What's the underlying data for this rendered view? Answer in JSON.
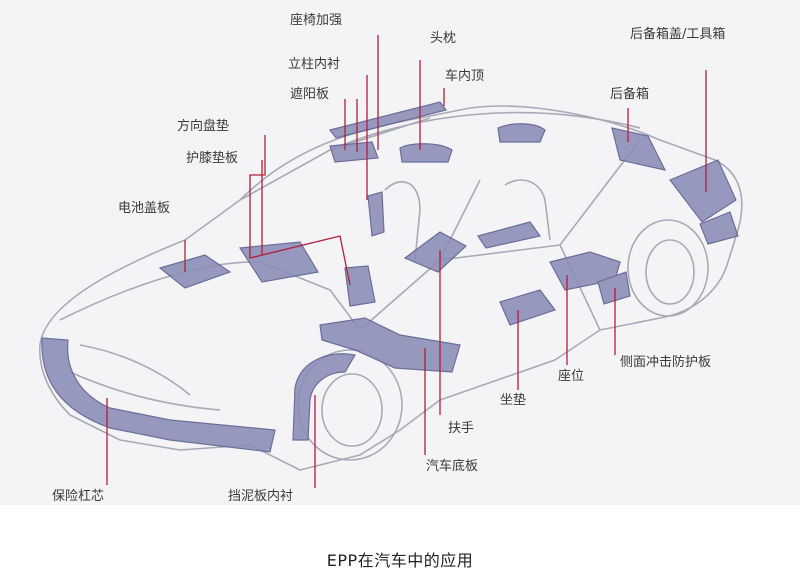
{
  "caption": "EPP在汽车中的应用",
  "colors": {
    "part_fill": "#8c8fb8",
    "part_stroke": "#5d6090",
    "leader_line": "#b0203a",
    "car_outline": "#a9aab6",
    "background": "#f4f4f7"
  },
  "labels": {
    "roof_reinforcement": "座椅加强",
    "headrest": "头枕",
    "rear_shelf_toolbox": "后备箱盖/工具箱",
    "pillar_trim": "立柱内衬",
    "roof_liner": "车内顶",
    "sun_visor": "遮阳板",
    "trunk_liner": "后备箱",
    "steering_pad": "方向盘垫",
    "knee_pad": "护膝垫板",
    "battery_cover": "电池盖板",
    "side_impact": "侧面冲击防护板",
    "seat": "座位",
    "seat_pad": "坐垫",
    "armrest": "扶手",
    "floor_panel": "汽车底板",
    "bumper": "保险杠芯",
    "fender_liner": "挡泥板内衬"
  }
}
